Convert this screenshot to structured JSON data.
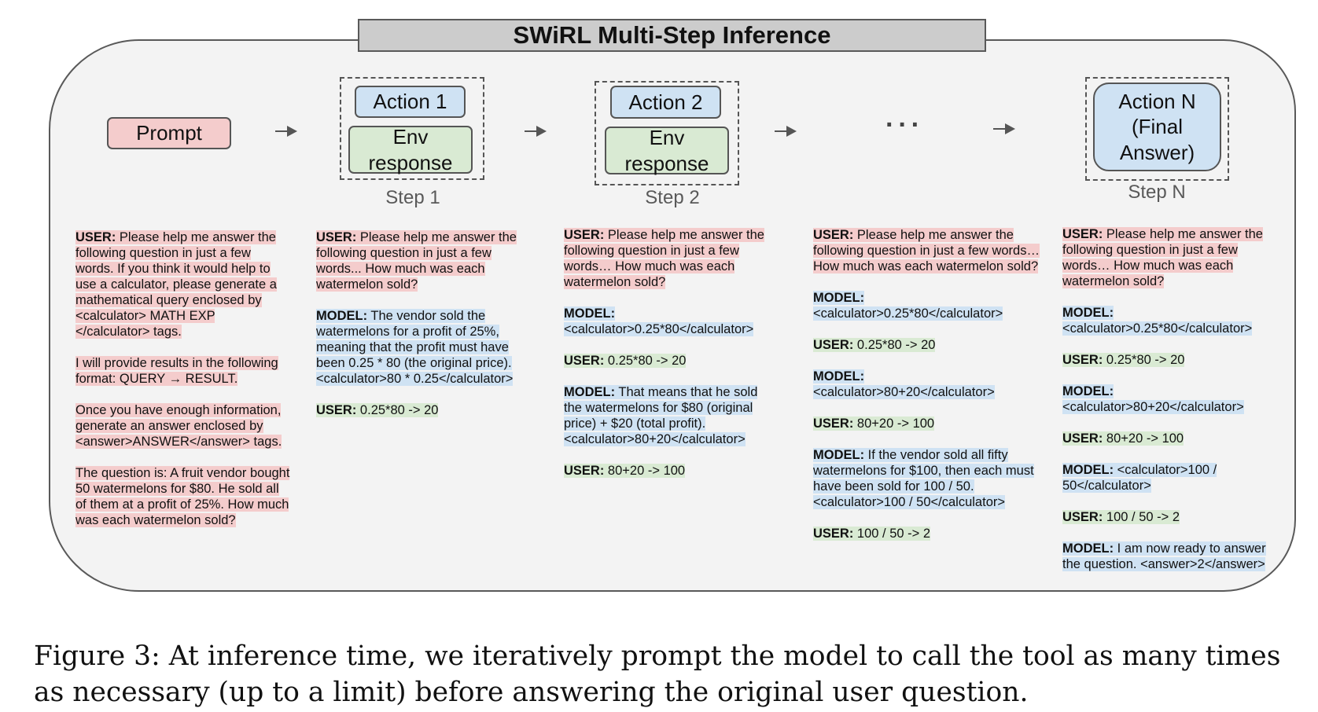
{
  "title": "SWiRL Multi-Step Inference",
  "boxes": {
    "prompt": "Prompt",
    "action1": "Action 1",
    "action2": "Action 2",
    "env_response": "Env response",
    "actionN": "Action N (Final Answer)",
    "ellipsis": "···"
  },
  "steps": {
    "step1": "Step 1",
    "step2": "Step 2",
    "stepN": "Step N"
  },
  "columns": [
    {
      "messages": [
        {
          "speaker": "USER:",
          "text": " Please help me answer the following question in just a few words. If you think it would help to use a calculator, please generate a mathematical query enclosed by <calculator> MATH EXP </calculator> tags.",
          "color": "pink"
        },
        {
          "speaker": "",
          "text": "I will provide results in the following format: QUERY → RESULT.",
          "color": "pink"
        },
        {
          "speaker": "",
          "text": "Once you have enough information, generate an answer enclosed by <answer>ANSWER</answer> tags.",
          "color": "pink"
        },
        {
          "speaker": "",
          "text": "The question is: A fruit vendor bought 50 watermelons for $80. He sold all of them at a profit of 25%. How much was each watermelon sold?",
          "color": "pink"
        }
      ]
    },
    {
      "messages": [
        {
          "speaker": "USER:",
          "text": " Please help me answer the following question in just a few words... How much was each watermelon sold?",
          "color": "pink"
        },
        {
          "speaker": "MODEL:",
          "text": " The vendor sold the watermelons for a profit of 25%, meaning that the profit must have been 0.25 * 80 (the original price). <calculator>80 * 0.25</calculator>",
          "color": "blue"
        },
        {
          "speaker": "USER:",
          "text": " 0.25*80 -> 20",
          "color": "green"
        }
      ]
    },
    {
      "messages": [
        {
          "speaker": "USER:",
          "text": " Please help me answer the following question in just a few words… How much was each watermelon sold?",
          "color": "pink"
        },
        {
          "speaker": "MODEL:",
          "text": " <calculator>0.25*80</calculator>",
          "color": "blue"
        },
        {
          "speaker": "USER:",
          "text": " 0.25*80 -> 20",
          "color": "green"
        },
        {
          "speaker": "MODEL:",
          "text": " That means that he sold the watermelons for $80 (original price) + $20 (total profit). <calculator>80+20</calculator>",
          "color": "blue"
        },
        {
          "speaker": "USER:",
          "text": " 80+20 -> 100",
          "color": "green"
        }
      ]
    },
    {
      "messages": [
        {
          "speaker": "USER:",
          "text": " Please help me answer the following question in just a few words… How much was each watermelon sold?",
          "color": "pink"
        },
        {
          "speaker": "MODEL:",
          "text": " <calculator>0.25*80</calculator>",
          "color": "blue"
        },
        {
          "speaker": "USER:",
          "text": " 0.25*80 -> 20",
          "color": "green"
        },
        {
          "speaker": "MODEL:",
          "text": " <calculator>80+20</calculator>",
          "color": "blue"
        },
        {
          "speaker": "USER:",
          "text": " 80+20 -> 100",
          "color": "green"
        },
        {
          "speaker": "MODEL:",
          "text": " If the vendor sold all fifty watermelons for $100, then each must have been sold for 100 / 50. <calculator>100 / 50</calculator>",
          "color": "blue"
        },
        {
          "speaker": "USER:",
          "text": " 100 / 50 -> 2",
          "color": "green"
        }
      ]
    },
    {
      "messages": [
        {
          "speaker": "USER:",
          "text": " Please help me answer the following question in just a few words… How much was each watermelon sold?",
          "color": "pink"
        },
        {
          "speaker": "MODEL:",
          "text": " <calculator>0.25*80</calculator>",
          "color": "blue"
        },
        {
          "speaker": "USER:",
          "text": " 0.25*80 -> 20",
          "color": "green"
        },
        {
          "speaker": "MODEL:",
          "text": " <calculator>80+20</calculator>",
          "color": "blue"
        },
        {
          "speaker": "USER:",
          "text": " 80+20 -> 100",
          "color": "green"
        },
        {
          "speaker": "MODEL:",
          "text": " <calculator>100 / 50</calculator>",
          "color": "blue"
        },
        {
          "speaker": "USER:",
          "text": " 100 / 50 -> 2",
          "color": "green"
        },
        {
          "speaker": "MODEL:",
          "text": " I am now ready to answer the question. <answer>2</answer>",
          "color": "blue"
        }
      ]
    }
  ],
  "caption": "Figure 3: At inference time, we iteratively prompt the model to call the tool as many times as necessary (up to a limit) before answering the original user question.",
  "colors": {
    "pink": "#f4cccc",
    "blue": "#cfe2f3",
    "green": "#d9ead3",
    "panel": "#f3f3f3",
    "title_bar": "#cccccc"
  }
}
